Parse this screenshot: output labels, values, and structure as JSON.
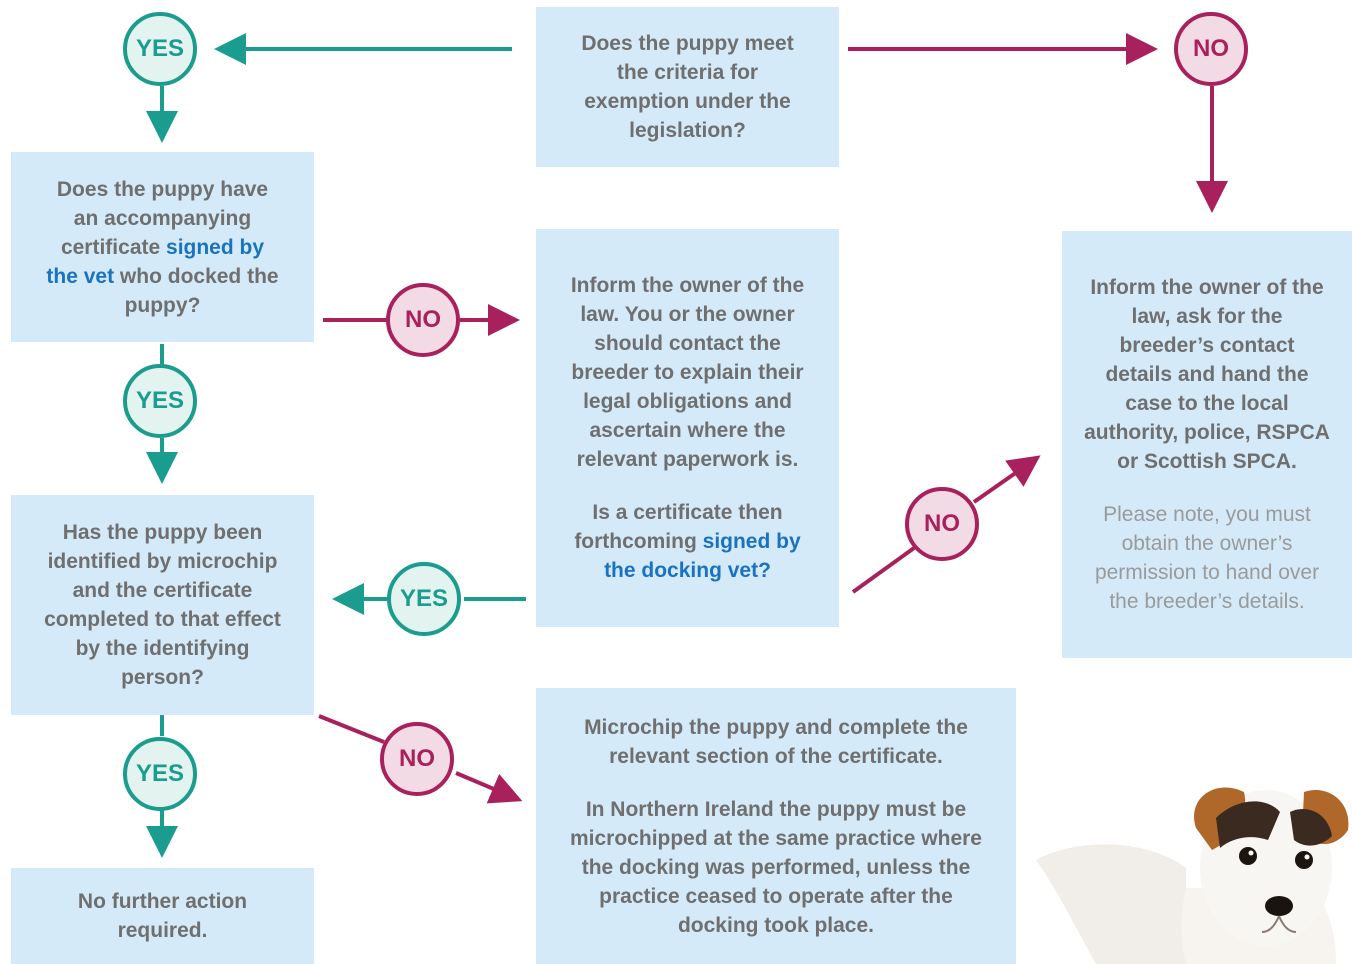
{
  "boxes": {
    "exemption": "Does the puppy meet the criteria for exemption under the legislation?",
    "certificate_q": {
      "before": "Does the puppy have an accompanying certificate ",
      "highlight": "signed by the vet",
      "after": " who docked the puppy?"
    },
    "inform_owner": {
      "text": "Inform the owner of the law. You or the owner should contact the breeder to explain their legal obligations and ascertain where the relevant paperwork is.",
      "question_before": "Is a certificate then forthcoming ",
      "question_highlight": "signed by the docking vet?"
    },
    "hand_over": {
      "text": "Inform the owner of the law, ask for the breeder’s contact details and hand the case to the local authority, police, RSPCA or Scottish SPCA.",
      "note": "Please note, you must obtain the owner’s permission to hand over the breeder’s details."
    },
    "microchip_q": "Has the puppy been identified by microchip and the certificate completed to that effect by the identifying person?",
    "microchip_action": {
      "text": "Microchip the puppy and complete the relevant section of the certificate.",
      "ni": "In Northern Ireland the puppy must be microchipped at the same practice where the docking was performed, unless the practice ceased to operate after the docking took place."
    },
    "no_action": "No further action required."
  },
  "labels": {
    "yes": "YES",
    "no": "NO"
  },
  "colors": {
    "yes": "#1a9d8f",
    "no": "#a8215c",
    "box": "#d4eaf8",
    "highlight": "#1a73c0"
  },
  "image": "puppy"
}
